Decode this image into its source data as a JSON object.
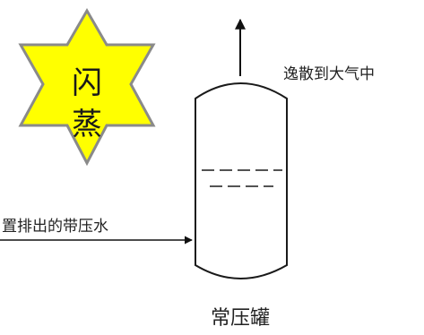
{
  "star": {
    "line1": "闪",
    "line2": "蒸",
    "fill_color": "#ffff00",
    "stroke_color": "#8a8a8a"
  },
  "vent": {
    "label": "逸散到大气中"
  },
  "inlet": {
    "label": "置排出的带压水"
  },
  "tank": {
    "label": "常压罐"
  }
}
